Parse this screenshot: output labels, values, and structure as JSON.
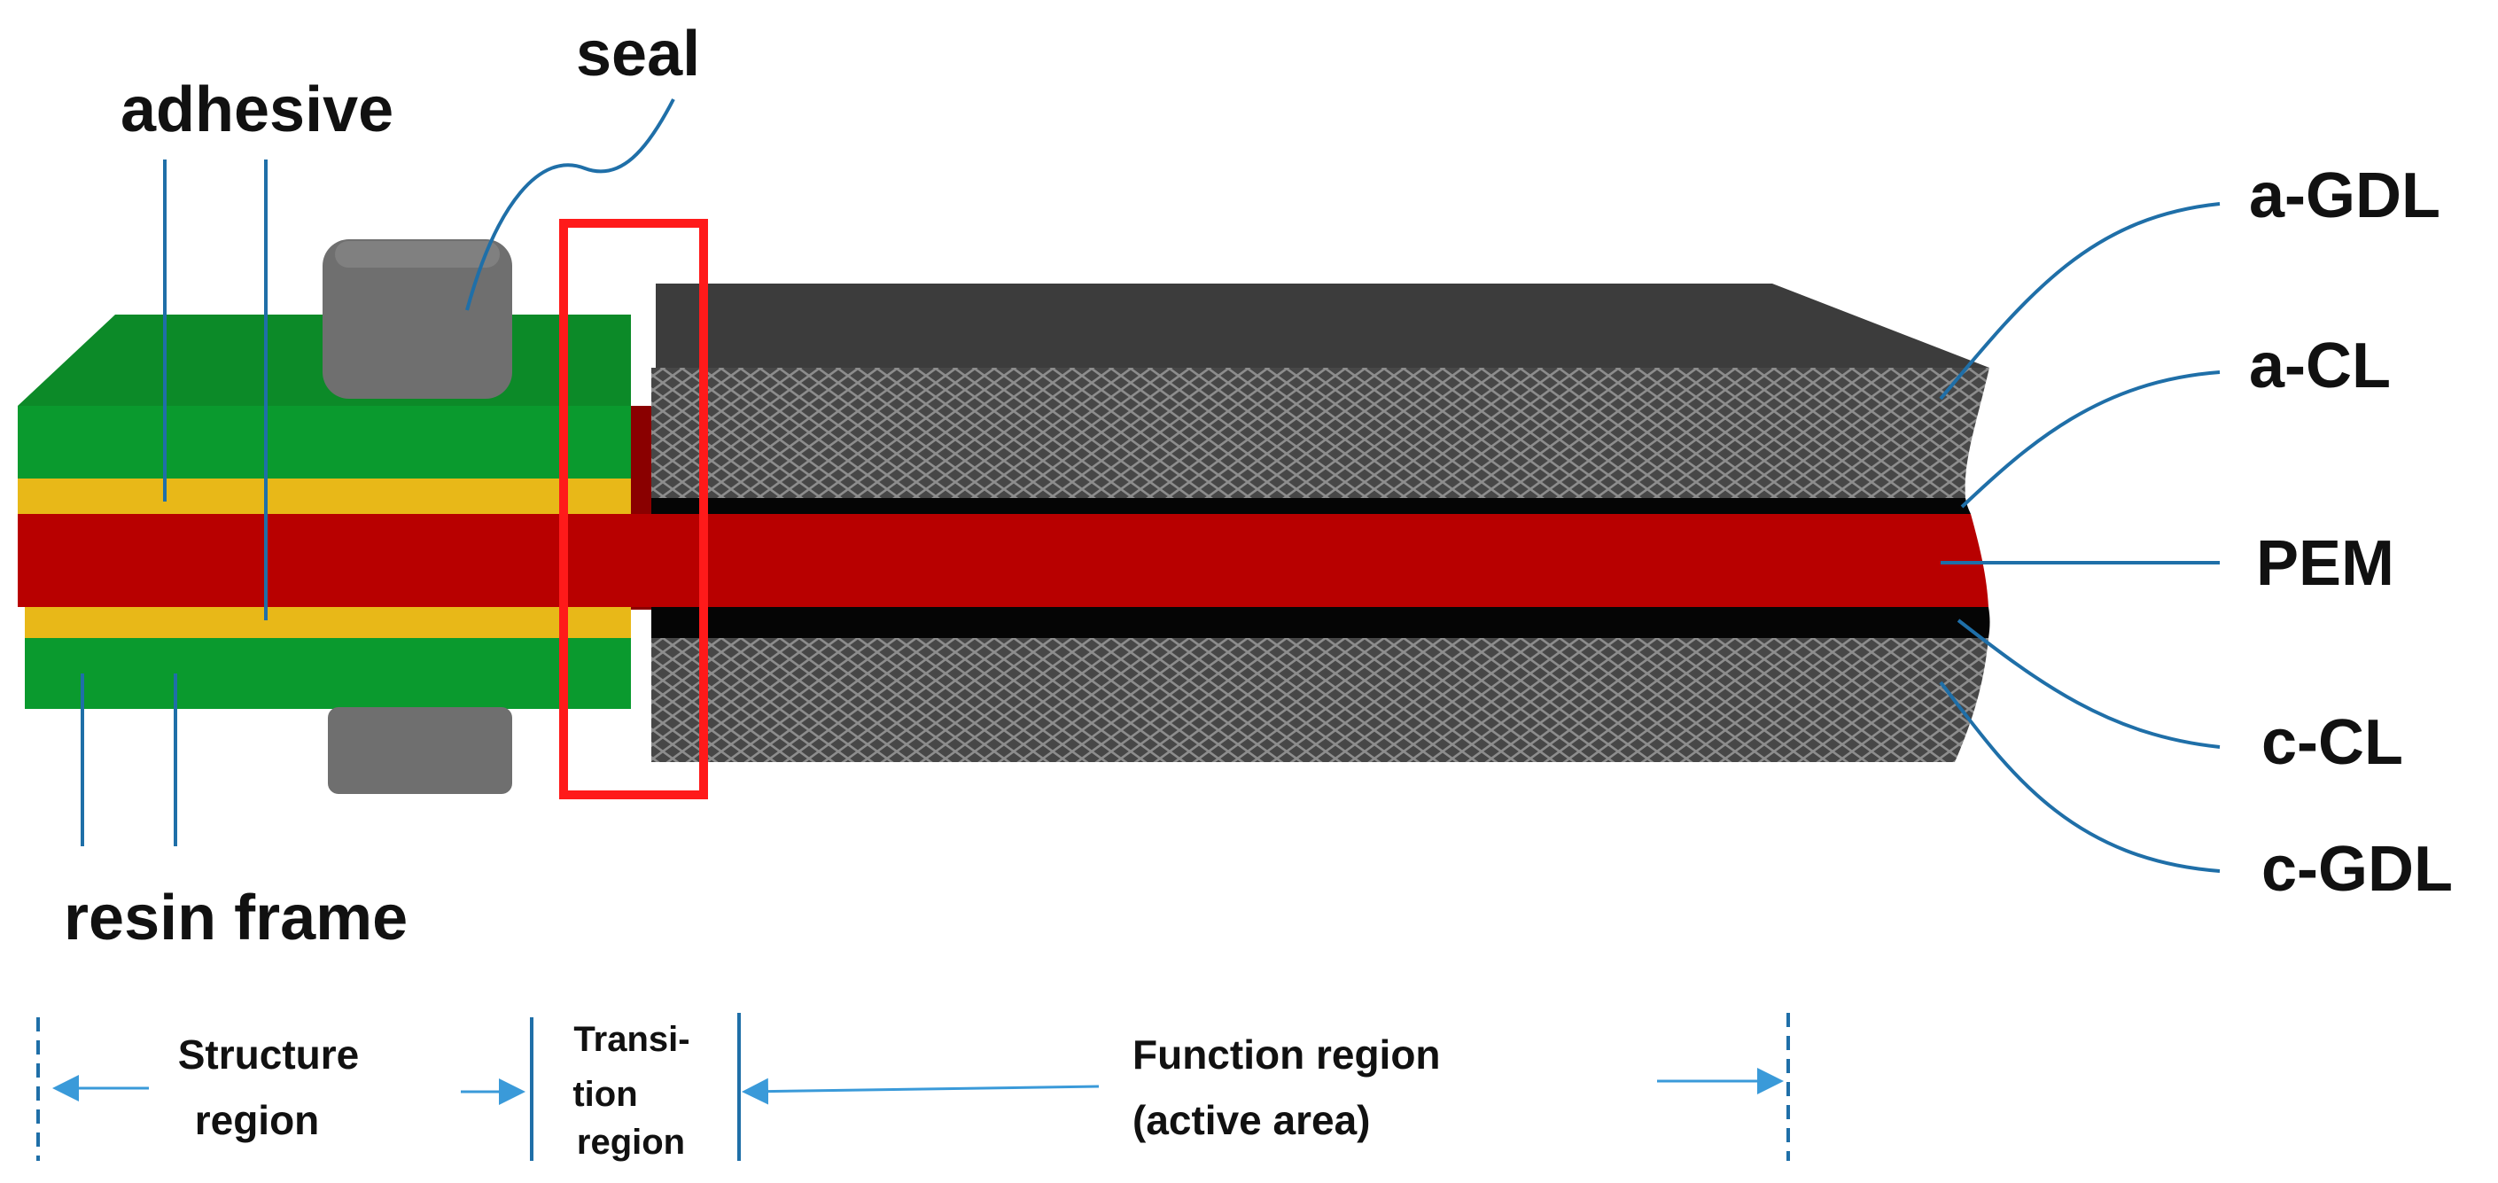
{
  "colors": {
    "resin_frame": "#0a9a2e",
    "resin_frame_top": "#0c8a28",
    "adhesive": "#e8b818",
    "pem": "#b80000",
    "pem_dark": "#8a0000",
    "gdl": "#4a4a4a",
    "gdl_top": "#3c3c3c",
    "cl": "#050505",
    "seal": "#6f6f6f",
    "seal_top": "#808080",
    "highlight_box": "#ff1a1a",
    "leader_line": "#1f6fa8",
    "region_arrow": "#3a9ad9"
  },
  "labels": {
    "seal": "seal",
    "adhesive": "adhesive",
    "resin_frame": "resin frame",
    "a_gdl": "a-GDL",
    "a_cl": "a-CL",
    "pem": "PEM",
    "c_cl": "c-CL",
    "c_gdl": "c-GDL"
  },
  "regions": {
    "structure_line1": "Structure",
    "structure_line2": "region",
    "transition_line1": "Transi-",
    "transition_line2": "tion",
    "transition_line3": "region",
    "function_line1": "Function region",
    "function_line2": "(active area)"
  }
}
